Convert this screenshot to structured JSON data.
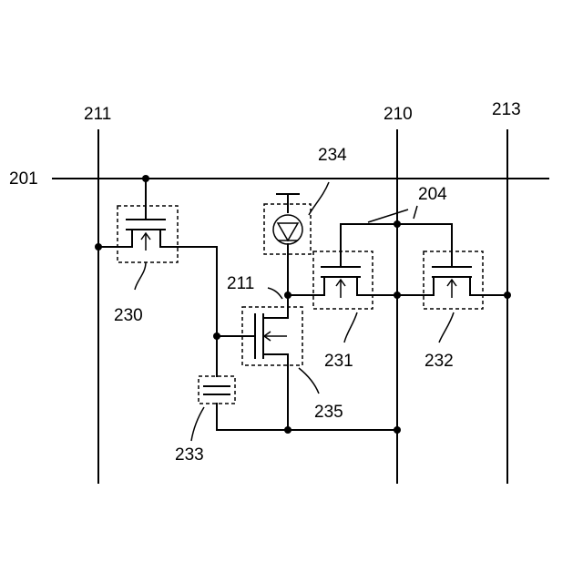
{
  "labels": {
    "scan_line": "201",
    "line_left": "211",
    "line_mid": "210",
    "line_right": "213",
    "wire_204": "204",
    "el_234": "234",
    "node_211": "211",
    "tr_230": "230",
    "tr_231": "231",
    "tr_232": "232",
    "cap_233": "233",
    "tr_235": "235"
  },
  "colors": {
    "line": "#000000",
    "background": "#ffffff"
  }
}
